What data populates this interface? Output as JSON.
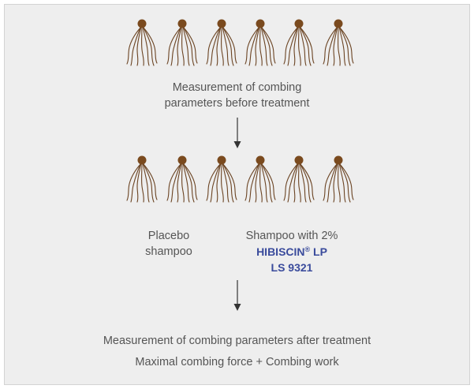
{
  "step1_text": {
    "line1": "Measurement of combing",
    "line2": "parameters before treatment"
  },
  "groups": {
    "placebo": {
      "line1": "Placebo",
      "line2": "shampoo"
    },
    "active": {
      "line1": "Shampoo with 2%",
      "brand": "HIBISCIN",
      "reg": "®",
      "brand_suffix": " LP",
      "code": "LS 9321"
    }
  },
  "final": {
    "line1": "Measurement of combing parameters after treatment",
    "line2": "Maximal combing force + Combing work"
  },
  "colors": {
    "tress_head": "#7a4a1e",
    "tress_hair": "#6b4423",
    "arrow": "#333333",
    "brand_text": "#3a4b9c",
    "body_text": "#555555",
    "panel": "#eeeeee"
  },
  "icons": {
    "tress": "hair-tress-icon",
    "arrow": "down-arrow-icon"
  }
}
